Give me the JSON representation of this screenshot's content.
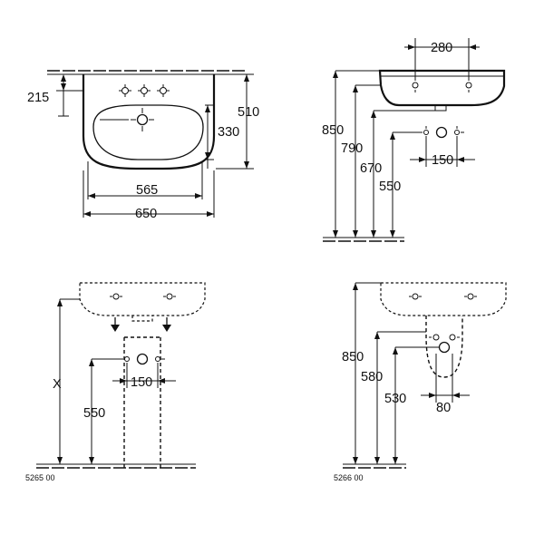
{
  "top_left": {
    "dims": {
      "d215": "215",
      "d330": "330",
      "d510": "510",
      "d565": "565",
      "d650": "650"
    }
  },
  "top_right": {
    "dims": {
      "d280": "280",
      "d850": "850",
      "d790": "790",
      "d670": "670",
      "d550": "550",
      "d150": "150"
    }
  },
  "bottom_left": {
    "dims": {
      "dx": "X",
      "d550": "550",
      "d150": "150"
    },
    "code": "5265 00"
  },
  "bottom_right": {
    "dims": {
      "d850": "850",
      "d580": "580",
      "d530": "530",
      "d80": "80"
    },
    "code": "5266 00"
  },
  "line_color": "#111111"
}
